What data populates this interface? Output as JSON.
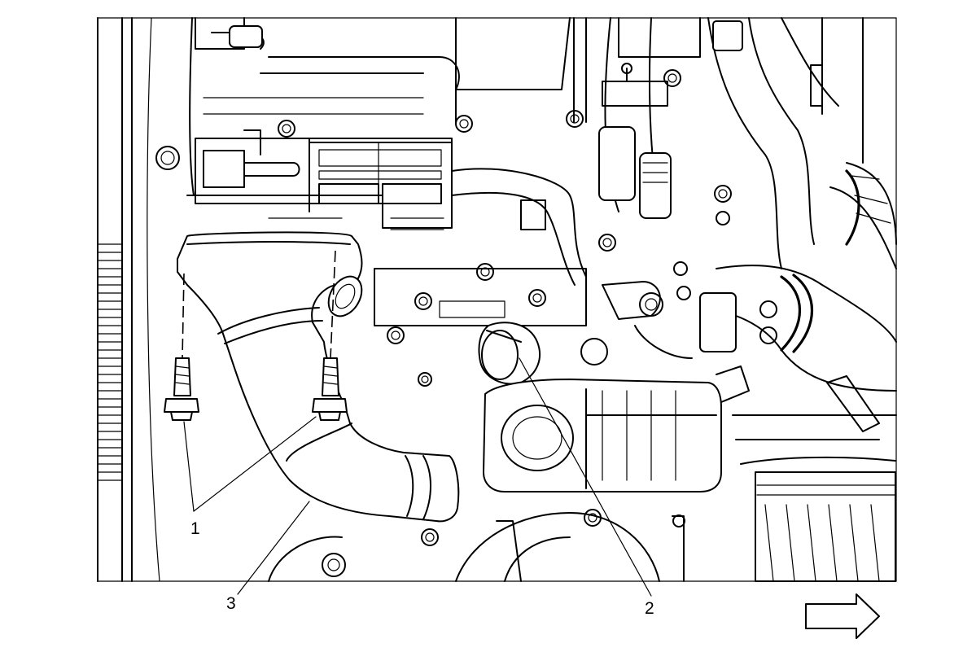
{
  "callouts": {
    "one": "1",
    "two": "2",
    "three": "3"
  },
  "icons": {
    "direction": "right-arrow-icon"
  }
}
